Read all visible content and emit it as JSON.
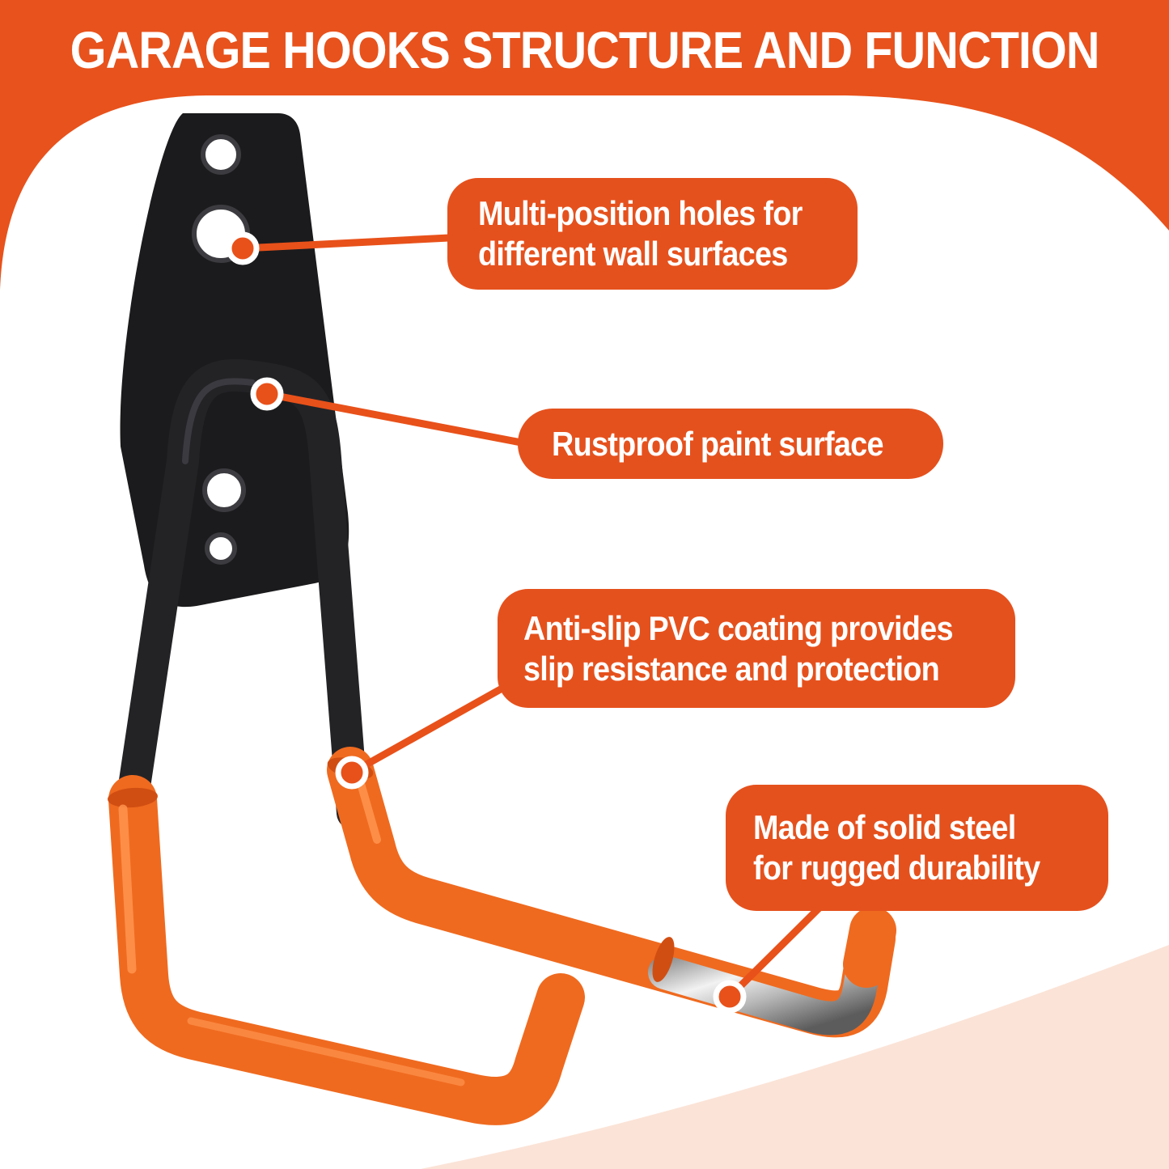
{
  "header": {
    "title": "GARAGE HOOKS STRUCTURE AND FUNCTION"
  },
  "callouts": [
    {
      "name": "mounting-holes",
      "line1": "Multi-position holes for",
      "line2": "different wall surfaces"
    },
    {
      "name": "rustproof-paint",
      "line1": "Rustproof paint surface"
    },
    {
      "name": "anti-slip-pvc",
      "line1": "Anti-slip PVC coating provides",
      "line2": "slip resistance and protection"
    },
    {
      "name": "solid-steel",
      "line1": "Made of solid steel",
      "line2": "for rugged durability"
    }
  ],
  "colors": {
    "accent": "#E8521C",
    "bubble": "#E5511D",
    "panel": "#FFFFFF",
    "pink": "#FBE3D7",
    "pvc": "#EF6A1F",
    "pvc_dark": "#D14E12",
    "pvc_light": "#FF944F",
    "plate": "#1B1B1D",
    "tube": "#232326",
    "steel_light": "#EFEFEF",
    "steel_dark": "#6E6E6E",
    "line": "#E8511A"
  }
}
